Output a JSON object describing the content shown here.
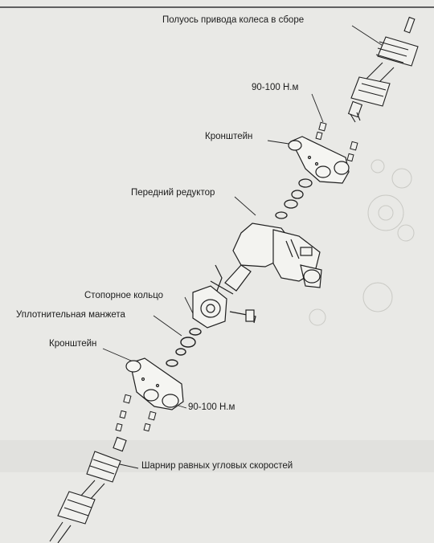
{
  "labels": {
    "driveshaft_assembly": "Полуось привода колеса в сборе",
    "torque_top": "90-100 Н.м",
    "bracket_top": "Кронштейн",
    "front_differential": "Передний редуктор",
    "snap_ring": "Стопорное кольцо",
    "oil_seal": "Уплотнительная манжета",
    "bracket_bottom": "Кронштейн",
    "torque_bottom": "90-100 Н.м",
    "cv_joint": "Шарнир равных угловых скоростей"
  }
}
